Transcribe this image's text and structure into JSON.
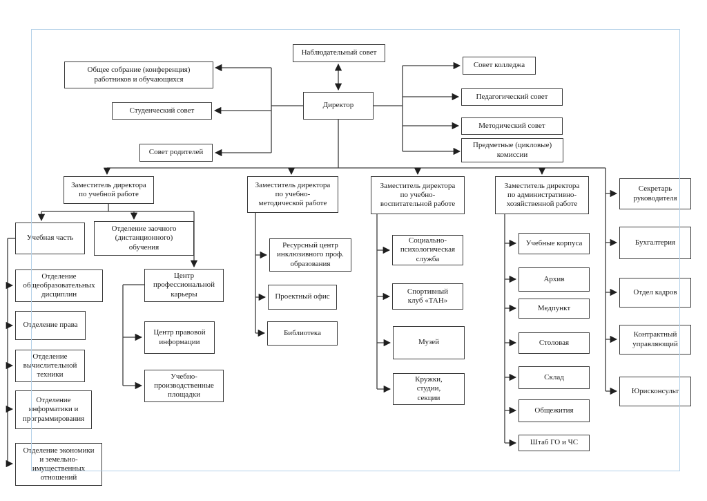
{
  "diagram": {
    "colors": {
      "line": "#3a3a3a",
      "box_border": "#3a3a3a",
      "frame_blue": "#b3d0e8",
      "background": "#ffffff"
    },
    "nodes": {
      "supervisory_board": {
        "label": "Наблюдательный совет"
      },
      "director": {
        "label": "Директор"
      },
      "general_assembly": {
        "label": "Общее собрание (конференция)\nработников и обучающихся"
      },
      "student_council": {
        "label": "Студенческий совет"
      },
      "parents_council": {
        "label": "Совет родителей"
      },
      "college_council": {
        "label": "Совет колледжа"
      },
      "pedagogical_council": {
        "label": "Педагогический совет"
      },
      "methodical_council": {
        "label": "Методический совет"
      },
      "subject_commissions": {
        "label": "Предметные (цикловые)\nкомиссии"
      },
      "deputy_academic": {
        "label": "Заместитель директора\nпо учебной работе"
      },
      "deputy_methodical": {
        "label": "Заместитель директора\nпо учебно-\nметодической работе"
      },
      "deputy_educational": {
        "label": "Заместитель директора\nпо учебно-\nвоспитательной работе"
      },
      "deputy_administrative": {
        "label": "Заместитель директора\nпо административно-\nхозяйственной работе"
      },
      "academic_office": {
        "label": "Учебная часть"
      },
      "distance_dept": {
        "label": "Отделение заочного\n(дистанционного)\nобучения"
      },
      "general_ed_dept": {
        "label": "Отделение\nобщеобразовательных\nдисциплин"
      },
      "law_dept": {
        "label": "Отделение права"
      },
      "computing_dept": {
        "label": "Отделение\nвычислительной\nтехники"
      },
      "informatics_dept": {
        "label": "Отделение\nинформатики и\nпрограммирования"
      },
      "economics_dept": {
        "label": "Отделение экономики\nи земельно-\nимущественных\nотношений"
      },
      "career_center": {
        "label": "Центр\nпрофессиональной\nкарьеры"
      },
      "legal_info_center": {
        "label": "Центр правовой\nинформации"
      },
      "training_sites": {
        "label": "Учебно-\nпроизводственные\nплощадки"
      },
      "resource_center": {
        "label": "Ресурсный центр\nинклюзивного проф.\nобразования"
      },
      "project_office": {
        "label": "Проектный офис"
      },
      "library": {
        "label": "Библиотека"
      },
      "socio_psych_service": {
        "label": "Социально-\nпсихологическая\nслужба"
      },
      "sport_club": {
        "label": "Спортивный\nклуб «ТАН»"
      },
      "museum": {
        "label": "Музей"
      },
      "clubs_studios": {
        "label": "Кружки,\nстудии,\nсекции"
      },
      "campus_buildings": {
        "label": "Учебные корпуса"
      },
      "archive": {
        "label": "Архив"
      },
      "med_station": {
        "label": "Медпункт"
      },
      "canteen": {
        "label": "Столовая"
      },
      "warehouse": {
        "label": "Склад"
      },
      "dormitories": {
        "label": "Общежития"
      },
      "civil_defense_hq": {
        "label": "Штаб ГО и ЧС"
      },
      "secretary": {
        "label": "Секретарь\nруководителя"
      },
      "accounting": {
        "label": "Бухгалтерия"
      },
      "hr_dept": {
        "label": "Отдел кадров"
      },
      "contract_manager": {
        "label": "Контрактный\nуправляющий"
      },
      "legal_counsel": {
        "label": "Юрисконсульт"
      }
    }
  }
}
